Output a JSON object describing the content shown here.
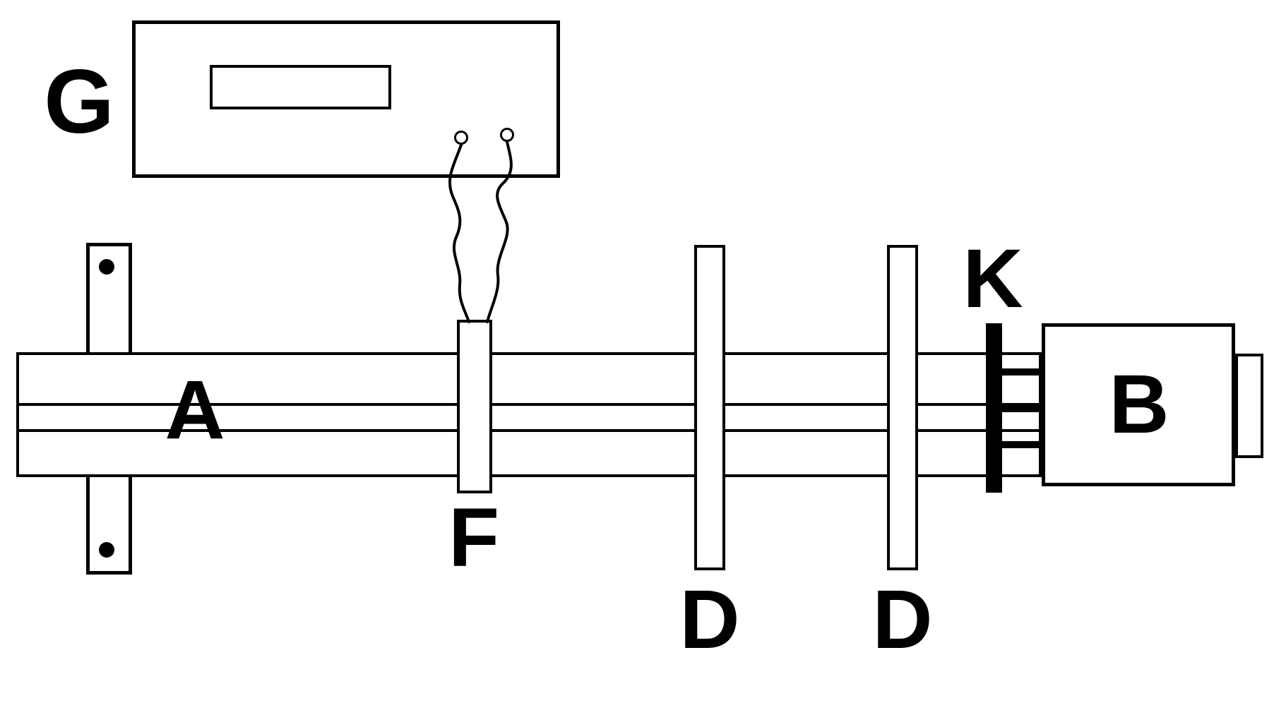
{
  "figure": {
    "type": "physics-apparatus-line-diagram",
    "background": "#ffffff",
    "line_color": "#000000",
    "fill_color": "#ffffff"
  },
  "labels": {
    "generator": "G",
    "beam": "A",
    "fork": "F",
    "disc_left": "D",
    "disc_right": "D",
    "clamp": "K",
    "box": "B"
  }
}
